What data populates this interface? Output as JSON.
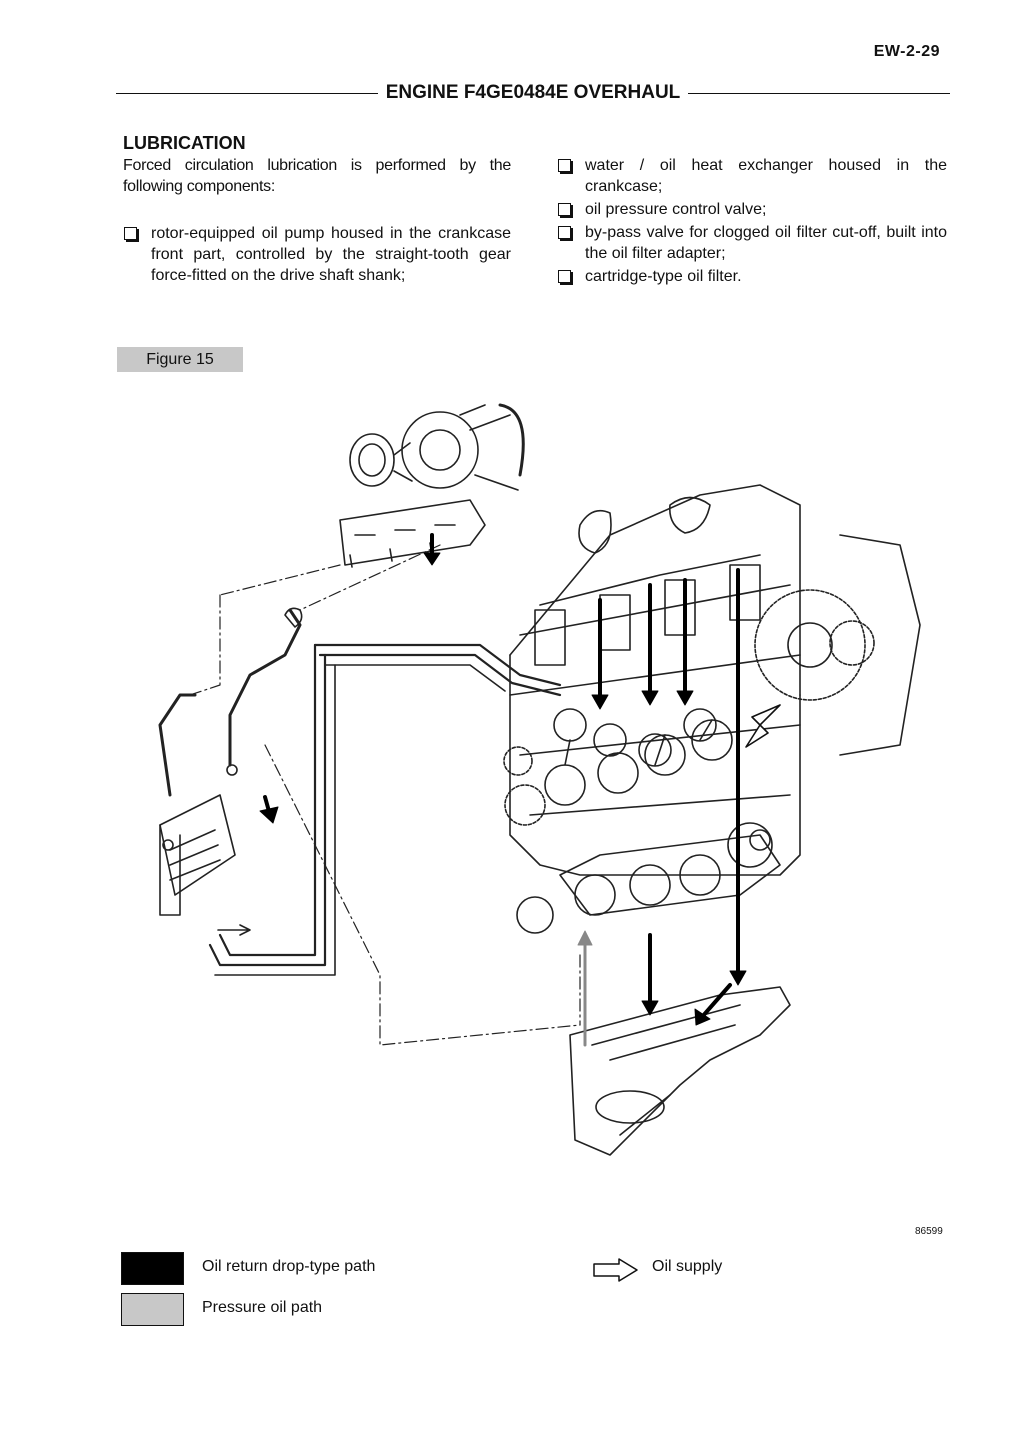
{
  "page_number": "EW-2-29",
  "header_title": "ENGINE F4GE0484E OVERHAUL",
  "section_title": "LUBRICATION",
  "intro_text": "Forced circulation lubrication is performed by the following components:",
  "left_bullets": [
    "rotor-equipped oil pump housed in the crankcase front part, controlled by the straight-tooth gear force-fitted on the drive shaft shank;"
  ],
  "right_bullets": [
    "water / oil heat exchanger housed in the crankcase;",
    "oil pressure control valve;",
    "by-pass valve for clogged oil filter cut-off, built into the oil filter adapter;",
    "cartridge-type oil filter."
  ],
  "figure_label": "Figure 15",
  "figure_ref": "86599",
  "legend": {
    "return_label": "Oil return drop-type path",
    "pressure_label": "Pressure oil path",
    "supply_label": "Oil supply",
    "return_color": "#000000",
    "pressure_color": "#c8c8c8"
  }
}
